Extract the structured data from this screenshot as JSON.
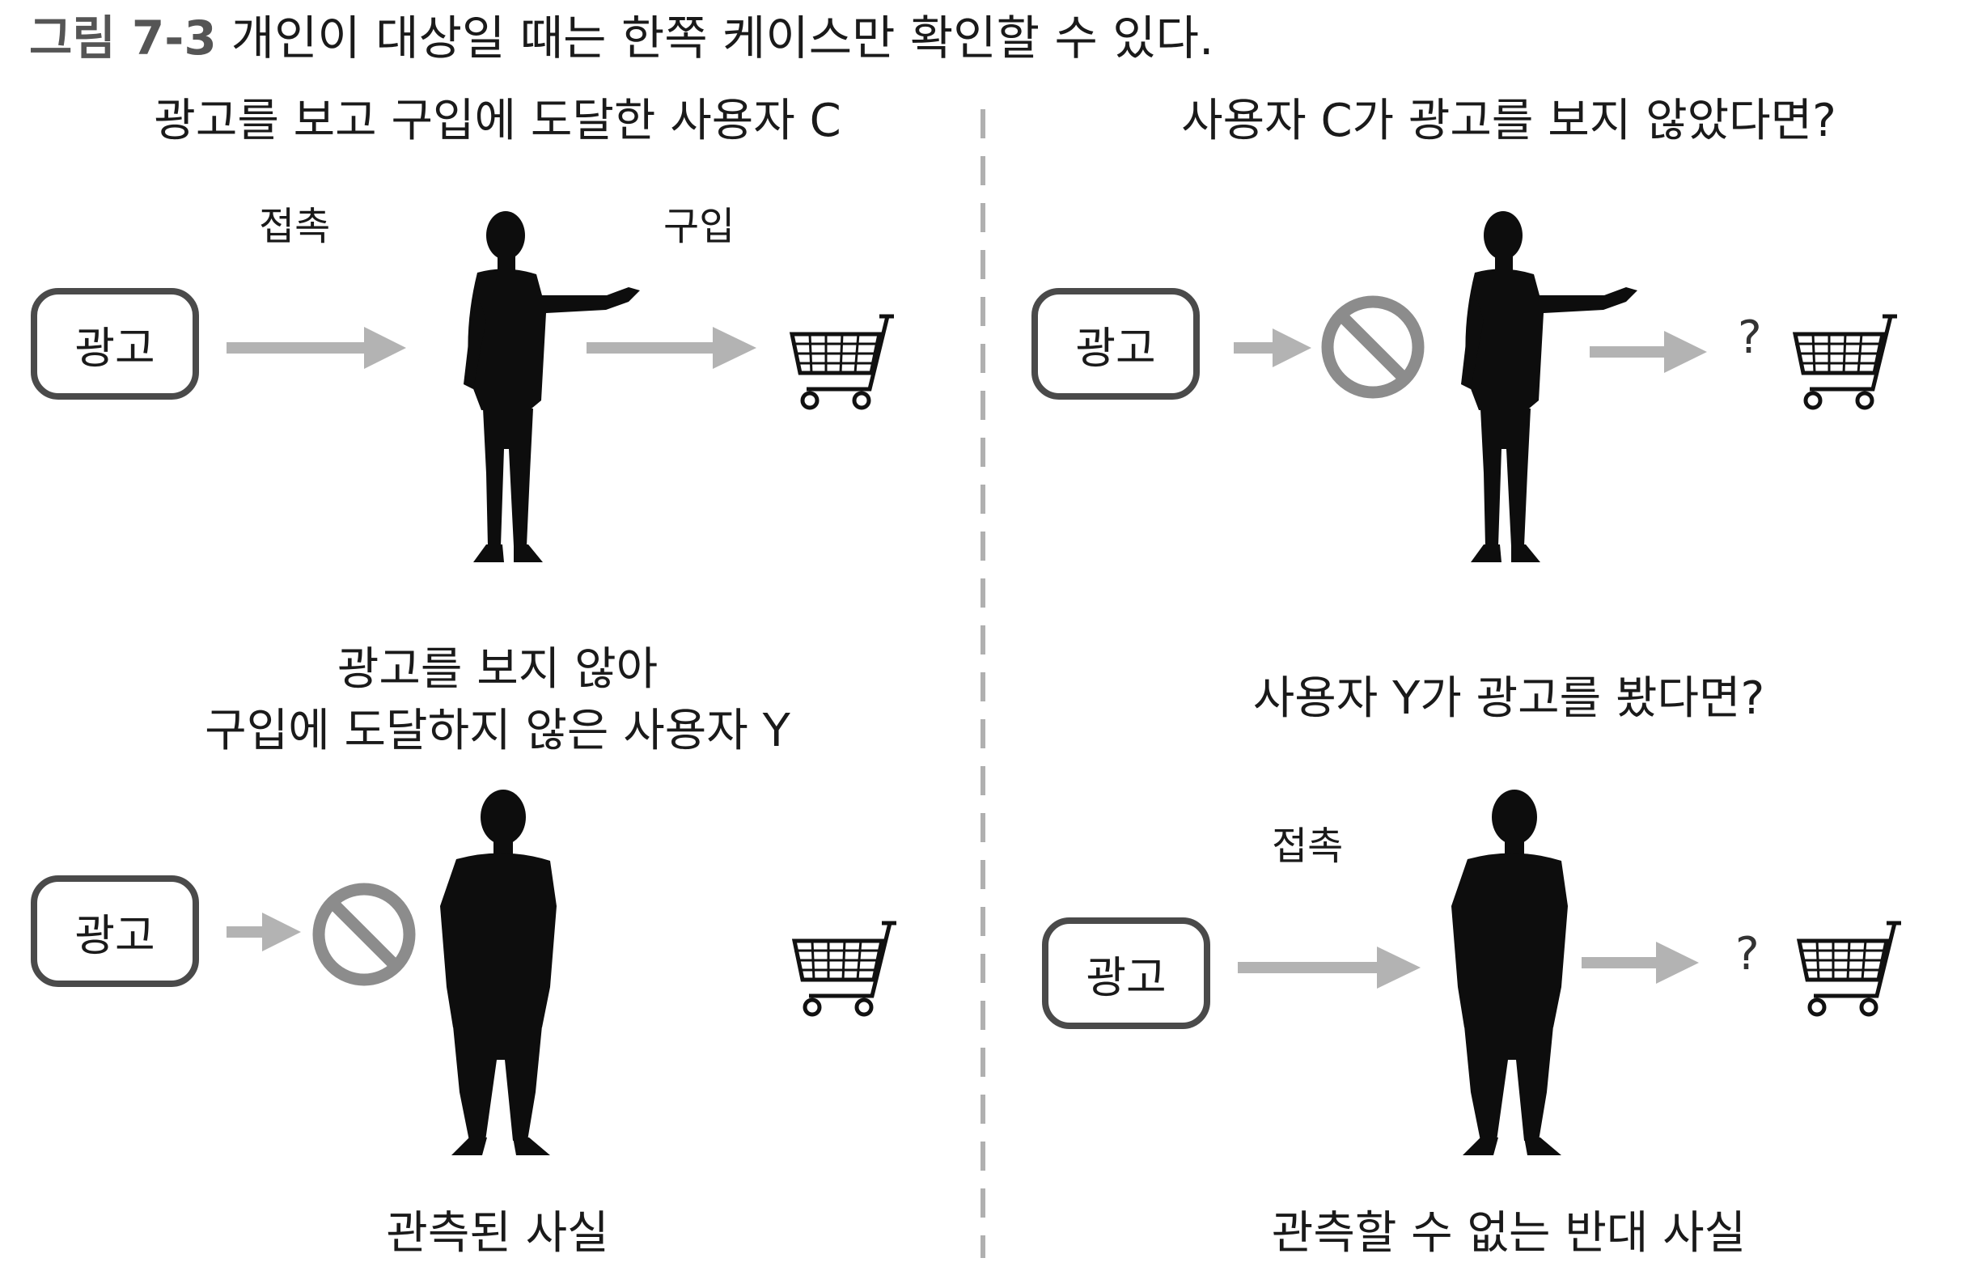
{
  "figure": {
    "number": "그림 7-3",
    "title": "개인이 대상일 때는 한쪽 케이스만 확인할 수 있다."
  },
  "panels": {
    "top_left": {
      "title": "광고를 보고 구입에 도달한 사용자 C",
      "ad_label": "광고",
      "label_contact": "접촉",
      "label_purchase": "구입"
    },
    "top_right": {
      "title": "사용자 C가 광고를 보지 않았다면?",
      "ad_label": "광고",
      "question": "?"
    },
    "bottom_left": {
      "title_line1": "광고를 보지 않아",
      "title_line2": "구입에 도달하지 않은 사용자 Y",
      "ad_label": "광고",
      "caption": "관측된 사실"
    },
    "bottom_right": {
      "title": "사용자 Y가 광고를 봤다면?",
      "ad_label": "광고",
      "label_contact": "접촉",
      "question": "?",
      "caption": "관측할 수 없는 반대 사실"
    }
  },
  "colors": {
    "arrow": "#b3b3b3",
    "prohibit": "#8c8c8c",
    "silhouette": "#0d0d0d",
    "divider": "#b0b0b0",
    "box_border": "#4a4a4a"
  }
}
